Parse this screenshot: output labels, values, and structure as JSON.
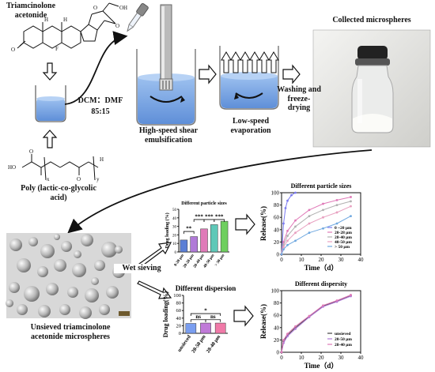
{
  "labels": {
    "triamcinolone": "Triamcinolone acetonide",
    "solvent": "DCM：DMF",
    "solvent_ratio": "85:15",
    "plga": "Poly (lactic-co-glycolic acid)",
    "shear": "High-speed shear emulsification",
    "evaporation": "Low-speed evaporation",
    "washing": "Washing and freeze-drying",
    "collected": "Collected microspheres",
    "unsieved": "Unsieved triamcinolone acetonide microspheres",
    "wet_sieving": "Wet sieving"
  },
  "structure": {
    "ho": "HO",
    "x": "x",
    "y": "y",
    "h": "H",
    "o1": "O",
    "o2": "O",
    "o3": "O",
    "o4": "O",
    "o5": "O",
    "oh": "OH",
    "f": "F",
    "h1": "H",
    "h2": "H"
  },
  "chart_data": [
    {
      "type": "bar",
      "title": "Different particle sizes",
      "ylabel": "Drug loading (%)",
      "categories": [
        "0-20 μm",
        "20-28 μm",
        "28-40 μm",
        "40-50 μm",
        "> 50 μm"
      ],
      "values": [
        14,
        18,
        27,
        32,
        36
      ],
      "ylim": [
        0,
        50
      ],
      "yticks": [
        "0",
        "10",
        "20",
        "30",
        "40",
        "50"
      ],
      "colors": [
        "#5b7fd6",
        "#b07ad8",
        "#e07ab8",
        "#5fc8b8",
        "#6fcf5f"
      ],
      "significance": [
        "**",
        "***",
        "***",
        "***"
      ]
    },
    {
      "type": "line",
      "title": "Different particle sizes",
      "xlabel": "Time（d）",
      "ylabel": "Release(%)",
      "xlim": [
        0,
        40
      ],
      "ylim": [
        0,
        100
      ],
      "xticks": [
        "0",
        "10",
        "20",
        "30",
        "40"
      ],
      "yticks": [
        "0",
        "20",
        "40",
        "60",
        "80",
        "100"
      ],
      "legend": "bottom-right",
      "series": [
        {
          "name": "0 ~20 μm",
          "color": "#7a7af0",
          "x": [
            0,
            1,
            2,
            3,
            5,
            7
          ],
          "y": [
            0,
            50,
            75,
            87,
            96,
            100
          ]
        },
        {
          "name": "20-28 μm",
          "color": "#e07ab8",
          "x": [
            0,
            1,
            3,
            7,
            14,
            21,
            28,
            35
          ],
          "y": [
            0,
            20,
            38,
            55,
            72,
            82,
            88,
            93
          ]
        },
        {
          "name": "28-40 μm",
          "color": "#b0b0b0",
          "x": [
            0,
            1,
            3,
            7,
            14,
            21,
            28,
            35
          ],
          "y": [
            0,
            15,
            30,
            45,
            62,
            72,
            80,
            86
          ]
        },
        {
          "name": "40-50 μm",
          "color": "#e8a0c0",
          "x": [
            0,
            1,
            3,
            7,
            14,
            21,
            28,
            35
          ],
          "y": [
            0,
            12,
            22,
            35,
            50,
            60,
            68,
            78
          ]
        },
        {
          "name": "> 50 μm",
          "color": "#6fa8e0",
          "x": [
            0,
            1,
            3,
            7,
            14,
            21,
            28,
            35
          ],
          "y": [
            0,
            8,
            15,
            22,
            35,
            42,
            50,
            62
          ]
        }
      ]
    },
    {
      "type": "bar",
      "title": "Different dispersion",
      "ylabel": "Drug loading(%)",
      "categories": [
        "unsieved",
        "20-50 μm",
        "28-40 μm"
      ],
      "values": [
        26,
        27,
        27
      ],
      "ylim": [
        0,
        100
      ],
      "yticks": [
        "0",
        "20",
        "40",
        "60",
        "80",
        "100"
      ],
      "colors": [
        "#7a9ef0",
        "#c07ad8",
        "#f07aa8"
      ],
      "significance": [
        "*",
        "ns",
        "ns"
      ]
    },
    {
      "type": "line",
      "title": "Different dispersity",
      "xlabel": "Time（d）",
      "ylabel": "Release(%)",
      "xlim": [
        0,
        40
      ],
      "ylim": [
        0,
        100
      ],
      "xticks": [
        "0",
        "10",
        "20",
        "30",
        "40"
      ],
      "yticks": [
        "0",
        "20",
        "40",
        "60",
        "80",
        "100"
      ],
      "legend": "bottom-right",
      "series": [
        {
          "name": "unsieved",
          "color": "#444444",
          "x": [
            0,
            1,
            3,
            7,
            14,
            21,
            28,
            35
          ],
          "y": [
            0,
            18,
            28,
            40,
            58,
            75,
            83,
            92
          ]
        },
        {
          "name": "20-50 μm",
          "color": "#b07ad8",
          "x": [
            0,
            1,
            3,
            7,
            14,
            21,
            28,
            35
          ],
          "y": [
            0,
            15,
            26,
            38,
            57,
            74,
            82,
            91
          ]
        },
        {
          "name": "28-40 μm",
          "color": "#e07ab8",
          "x": [
            0,
            1,
            3,
            7,
            14,
            21,
            28,
            35
          ],
          "y": [
            0,
            20,
            30,
            42,
            59,
            76,
            84,
            93
          ]
        }
      ]
    }
  ]
}
